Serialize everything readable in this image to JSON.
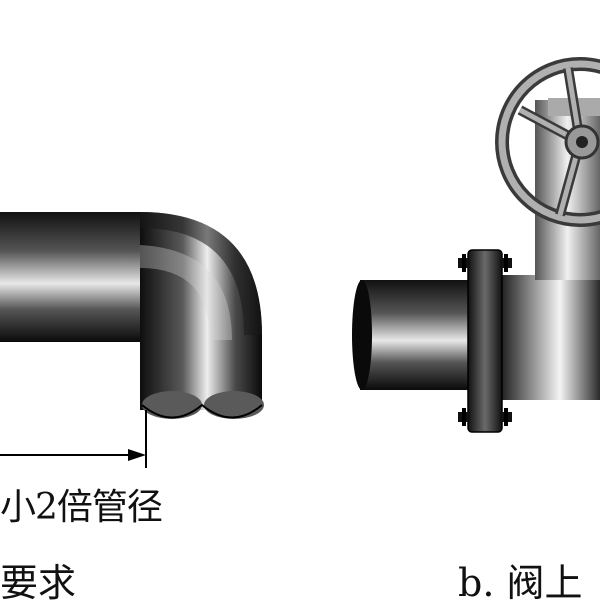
{
  "figure": {
    "dimension_label": "小2倍管径",
    "caption_left": "要求",
    "caption_right": "b. 阀上"
  },
  "colors": {
    "pipe_dark": "#0c0c0c",
    "pipe_mid": "#5a5a5a",
    "pipe_light": "#eeeeee",
    "flange": "#2a2a2a",
    "wheel": "#8a8a8a",
    "line": "#000000"
  }
}
